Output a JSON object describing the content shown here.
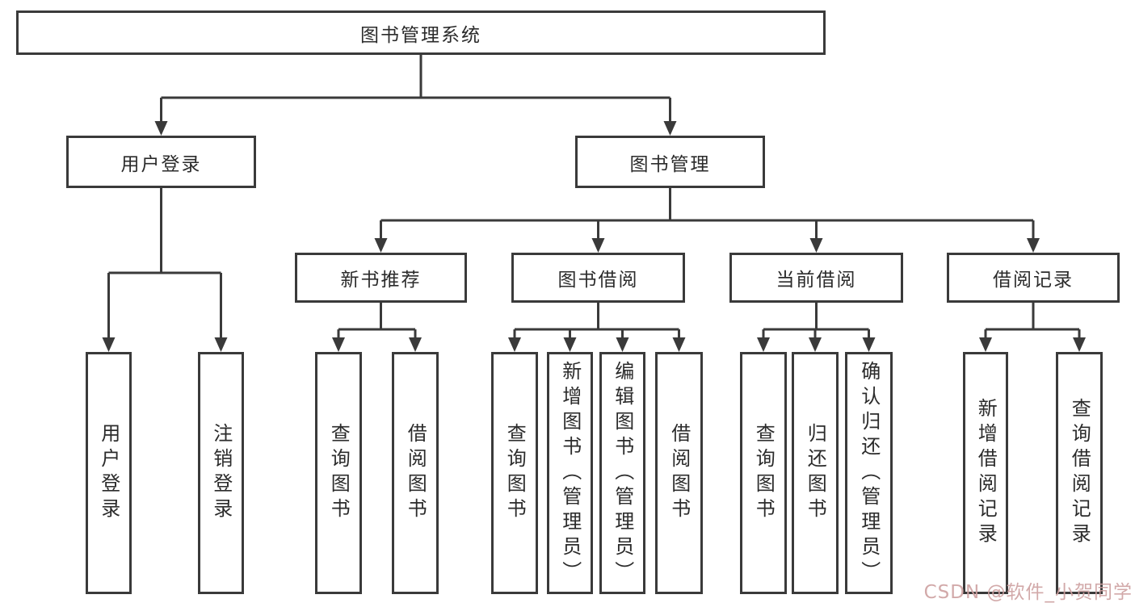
{
  "diagram": {
    "type": "tree",
    "title": "图书管理系统",
    "hierarchy": {
      "图书管理系统": {
        "用户登录": [
          "用户登录",
          "注销登录"
        ],
        "图书管理": {
          "新书推荐": [
            "查询图书",
            "借阅图书"
          ],
          "图书借阅": [
            "查询图书",
            "新增图书（管理员）",
            "编辑图书（管理员）",
            "借阅图书"
          ],
          "当前借阅": [
            "查询图书",
            "归还图书",
            "确认归还（管理员）"
          ],
          "借阅记录": [
            "新增借阅记录",
            "查询借阅记录"
          ]
        }
      }
    }
  },
  "nodes": {
    "root": {
      "label": "图书管理系统"
    },
    "user_login": {
      "label": "用户登录"
    },
    "book_mgmt": {
      "label": "图书管理"
    },
    "new_book_rec": {
      "label": "新书推荐"
    },
    "book_borrow": {
      "label": "图书借阅"
    },
    "current_borrow": {
      "label": "当前借阅"
    },
    "borrow_records": {
      "label": "借阅记录"
    },
    "leaf_user_login": {
      "label": "用户登录"
    },
    "leaf_logout": {
      "label": "注销登录"
    },
    "leaf_rec_query": {
      "label": "查询图书"
    },
    "leaf_rec_borrow": {
      "label": "借阅图书"
    },
    "leaf_bb_query": {
      "label": "查询图书"
    },
    "leaf_bb_add": {
      "label": "新增图书（管理员）"
    },
    "leaf_bb_edit": {
      "label": "编辑图书（管理员）"
    },
    "leaf_bb_borrow": {
      "label": "借阅图书"
    },
    "leaf_cb_query": {
      "label": "查询图书"
    },
    "leaf_cb_return": {
      "label": "归还图书"
    },
    "leaf_cb_confirm": {
      "label": "确认归还（管理员）"
    },
    "leaf_br_add": {
      "label": "新增借阅记录"
    },
    "leaf_br_query": {
      "label": "查询借阅记录"
    }
  },
  "watermark": {
    "text": "CSDN @软件_小贺同学",
    "color": "#cda0a0"
  },
  "colors": {
    "line": "#3a3a3a",
    "box_border": "#3a3a3a",
    "box_background": "#ffffff",
    "text": "#2b2b2b",
    "page_background": "#ffffff"
  }
}
